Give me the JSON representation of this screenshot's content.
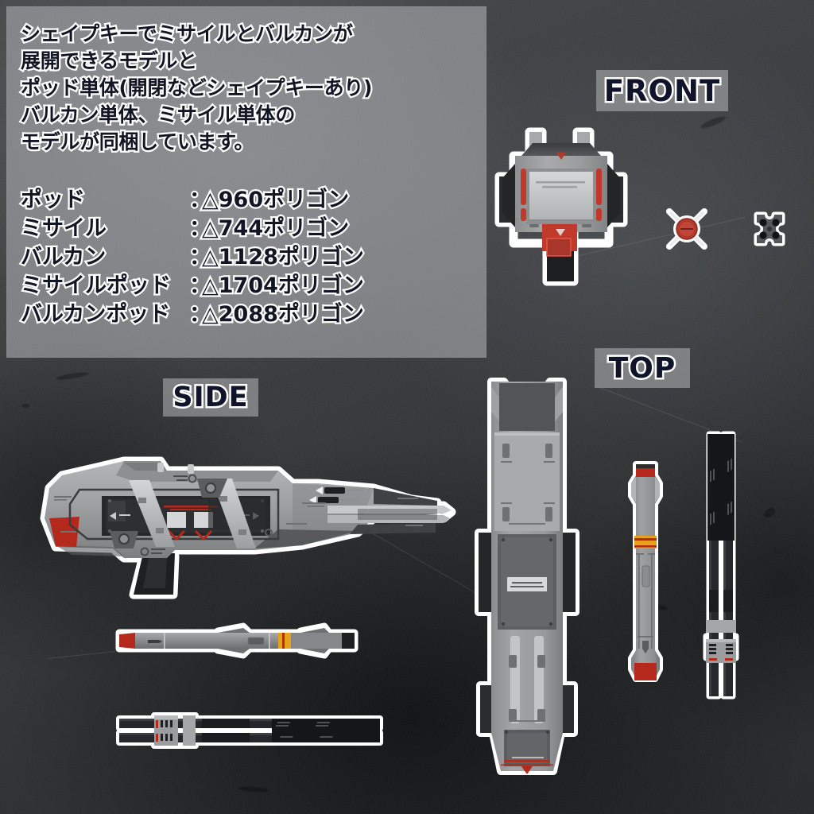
{
  "document": {
    "kind": "3d-model-promo-sheet",
    "background_color": "#3b3d3f"
  },
  "info_panel": {
    "description_lines": [
      "シェイプキーでミサイルとバルカンが",
      "展開できるモデルと",
      "ポッド単体(開閉などシェイプキーあり)",
      "バルカン単体、ミサイル単体の",
      "モデルが同梱しています。"
    ],
    "spec_rows": [
      {
        "name": "ポッド",
        "colon": "：",
        "value": "△960ポリゴン"
      },
      {
        "name": "ミサイル",
        "colon": "：",
        "value": "△744ポリゴン"
      },
      {
        "name": "バルカン",
        "colon": "：",
        "value": "△1128ポリゴン"
      },
      {
        "name": "ミサイルポッド",
        "colon": "：",
        "value": "△1704ポリゴン"
      },
      {
        "name": "バルカンポッド",
        "colon": "：",
        "value": "△2088ポリゴン"
      }
    ]
  },
  "view_labels": {
    "front": "FRONT",
    "top": "TOP",
    "side": "SIDE"
  },
  "palette": {
    "text_fill": "#121524",
    "text_outline": "#ffffff",
    "label_panel": "rgba(170,172,174,.60)",
    "hull_light": "#b9babb",
    "hull_mid": "#9a9c9d",
    "hull_dark": "#6e7072",
    "hull_shadow": "#44464a",
    "accent_red": "#c0392b",
    "accent_red_dark": "#8e2a1f",
    "accent_orange": "#e8a21a",
    "outline_white": "#ffffff",
    "barrel_black": "#1d1f21"
  },
  "art_pieces": [
    {
      "id": "pod-front",
      "view": "FRONT",
      "label": "missile/vulcan pod seen head-on"
    },
    {
      "id": "missile-front",
      "view": "FRONT",
      "label": "missile nose-on with X fins"
    },
    {
      "id": "vulcan-front",
      "view": "FRONT",
      "label": "vulcan muzzle with four barrels"
    },
    {
      "id": "pod-side",
      "view": "SIDE",
      "label": "pod profile with deployed barrels"
    },
    {
      "id": "missile-side",
      "view": "SIDE",
      "label": "single missile profile"
    },
    {
      "id": "vulcan-side",
      "view": "SIDE",
      "label": "twin-barrel vulcan profile"
    },
    {
      "id": "pod-top",
      "view": "TOP",
      "label": "pod seen from above"
    },
    {
      "id": "missile-top",
      "view": "TOP",
      "label": "missile seen from above"
    },
    {
      "id": "vulcan-top",
      "view": "TOP",
      "label": "vulcan seen from above"
    }
  ]
}
